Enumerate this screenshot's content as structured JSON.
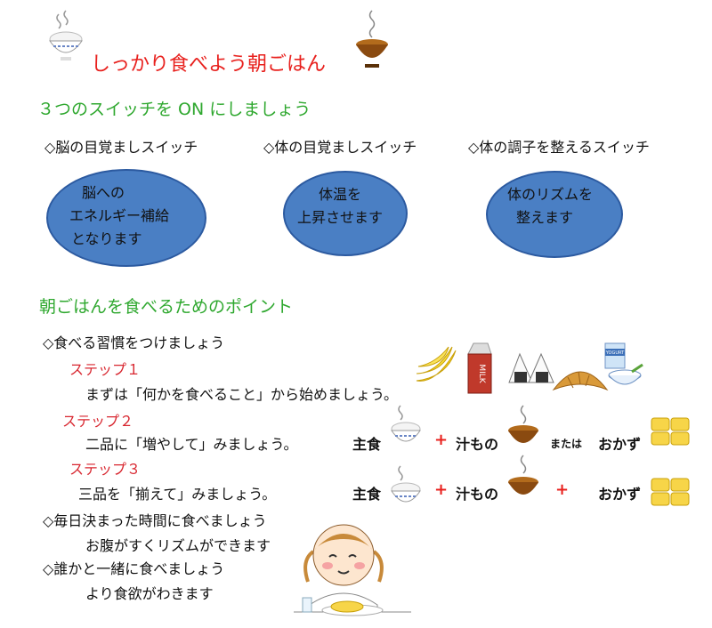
{
  "title": "しっかり食べよう朝ごはん",
  "section1": {
    "heading": "３つのスイッチを ON にしましょう",
    "switches": [
      {
        "label": "◇脳の目覚ましスイッチ",
        "oval_lines": [
          "脳への",
          "エネルギー補給",
          "となります"
        ]
      },
      {
        "label": "◇体の目覚ましスイッチ",
        "oval_lines": [
          "体温を",
          "上昇させます"
        ]
      },
      {
        "label": "◇体の調子を整えるスイッチ",
        "oval_lines": [
          "体のリズムを",
          "整えます"
        ]
      }
    ]
  },
  "section2": {
    "heading": "朝ごはんを食べるためのポイント",
    "point1": "◇食べる習慣をつけましょう",
    "steps": [
      {
        "label": "ステップ１",
        "text": "まずは「何かを食べること」から始めましょう。"
      },
      {
        "label": "ステップ２",
        "text": "二品に「増やして」みましょう。"
      },
      {
        "label": "ステップ３",
        "text": "三品を「揃えて」みましょう。"
      }
    ],
    "point2": "◇毎日決まった時間に食べましょう",
    "point2_sub": "お腹がすくリズムができます",
    "point3": "◇誰かと一緒に食べましょう",
    "point3_sub": "より食欲がわきます"
  },
  "combos": {
    "staple": "主食",
    "soup": "汁もの",
    "or": "または",
    "side": "おかず",
    "plus": "+"
  },
  "milk_label": "MILK",
  "yogurt_label": "YOGURT"
}
